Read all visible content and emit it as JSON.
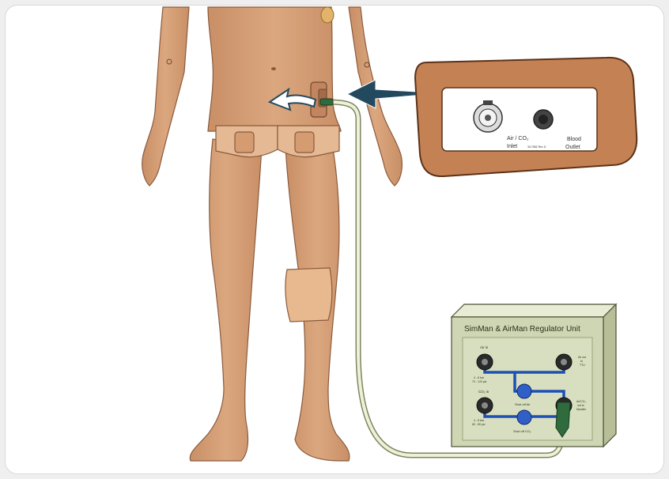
{
  "panel": {
    "air_inlet_label_1": "Air / CO₂",
    "air_inlet_label_2": "Inlet",
    "blood_outlet_label_1": "Blood",
    "blood_outlet_label_2": "Outlet",
    "part_number": "3/17582 Rev D"
  },
  "regulator": {
    "title": "SimMan & AirMan Regulator Unit",
    "air_in_label": "Air in",
    "air_in_spec_1": "4 - 8 bar",
    "air_in_spec_2": "70 - 120 psi",
    "air_out_label_1": "Air out",
    "air_out_label_2": "to",
    "air_out_label_3": "TTU",
    "co2_in_label": "CO₂ in",
    "co2_in_spec_1": "4 - 8 bar",
    "co2_in_spec_2": "60 - 80 psi",
    "shutoff_air_label": "Shut off Air",
    "shutoff_co2_label": "Shut off CO₂",
    "mix_out_label_1": "Air/CO₂",
    "mix_out_label_2": "out to",
    "mix_out_label_3": "Manikin"
  },
  "colors": {
    "skin": "#d9a37a",
    "skin_shadow": "#b97f58",
    "arrow": "#23495e",
    "tube": "#e8ecd0",
    "regulator_face": "#cfd6b4",
    "hose_blue": "#1e4fb4",
    "panel_outer": "#c48254"
  }
}
